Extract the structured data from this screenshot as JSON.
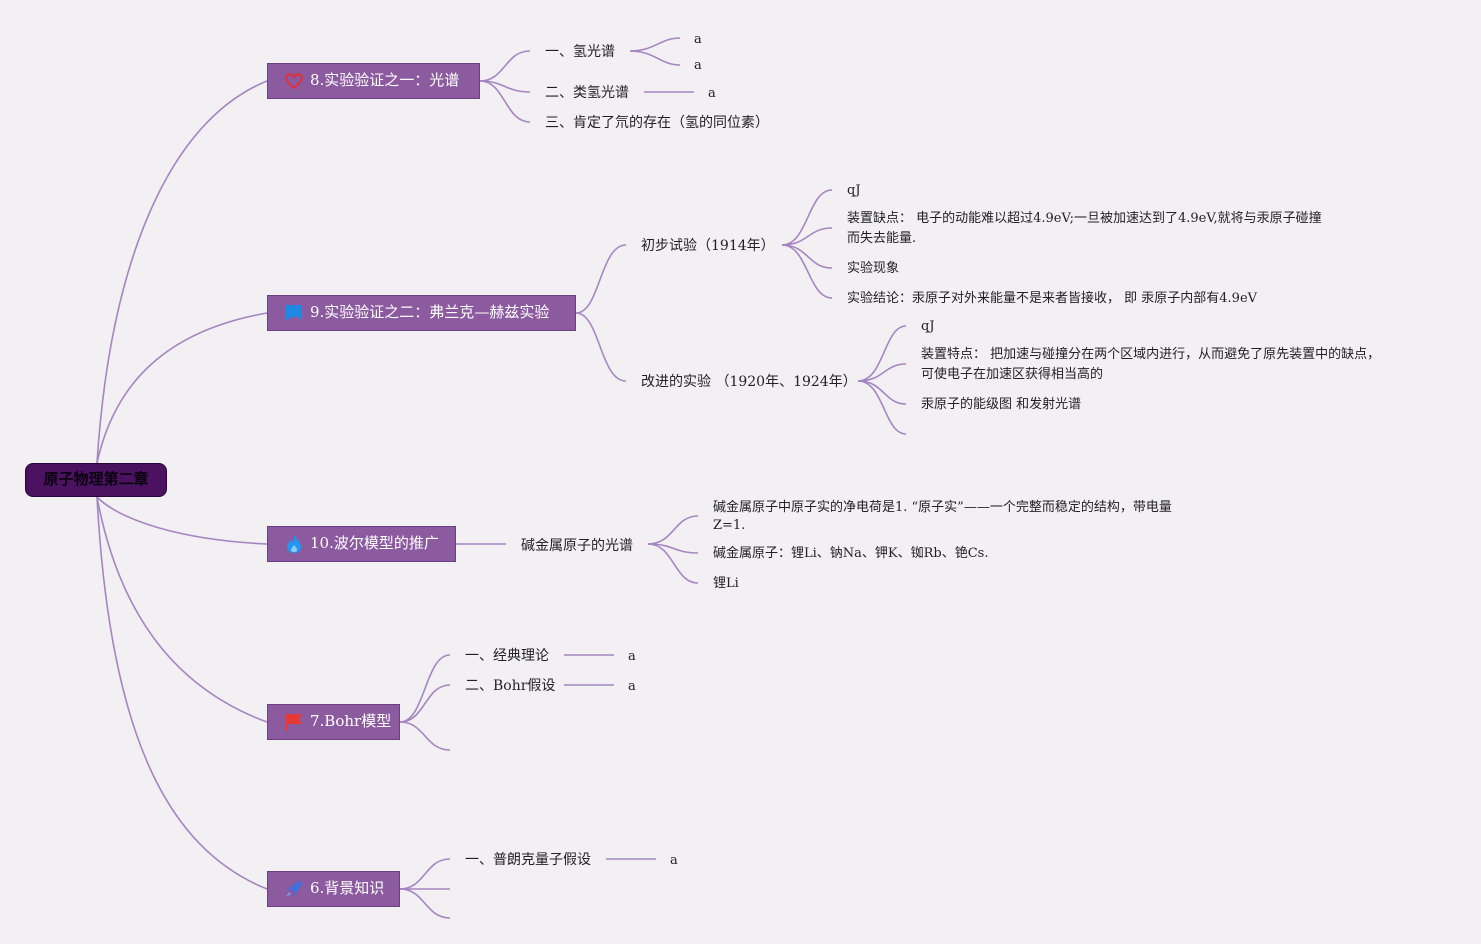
{
  "root": "原子物理第二章",
  "branches": {
    "spectrum": {
      "title": "8.实验验证之一：光谱",
      "icon": "heart-icon",
      "items": [
        "一、氢光谱",
        "二、类氢光谱",
        "三、肯定了氘的存在（氢的同位素）"
      ],
      "leaves": [
        "a",
        "a",
        "a"
      ]
    },
    "franck": {
      "title": "9.实验验证之二：弗兰克—赫兹实验",
      "icon": "flag-blue-icon",
      "initial": {
        "label": "初步试验（1914年）",
        "items": [
          "qJ",
          "装置缺点： 电子的动能难以超过4.9eV;一旦被加速达到了4.9eV,就将与汞原子碰撞",
          "而失去能量.",
          "实验现象",
          "实验结论：汞原子对外来能量不是来者皆接收， 即 汞原子内部有4.9eV"
        ]
      },
      "improved": {
        "label": "改进的实验 （1920年、1924年）",
        "items": [
          "qJ",
          "装置特点： 把加速与碰撞分在两个区域内进行，从而避免了原先装置中的缺点，",
          "可使电子在加速区获得相当高的",
          "汞原子的能级图 和发射光谱"
        ]
      }
    },
    "bohr_ext": {
      "title": "10.波尔模型的推广",
      "icon": "flame-icon",
      "sub": "碱金属原子的光谱",
      "items": [
        "碱金属原子中原子实的净电荷是1. “原子实”——一个完整而稳定的结构，带电量",
        "Z=1.",
        "碱金属原子：锂Li、钠Na、钾K、铷Rb、铯Cs.",
        "锂Li"
      ]
    },
    "bohr": {
      "title": "7.Bohr模型",
      "icon": "flag-red-icon",
      "items": [
        "一、经典理论",
        "二、Bohr假设"
      ],
      "leaves": [
        "a",
        "a"
      ]
    },
    "background": {
      "title": "6.背景知识",
      "icon": "rocket-icon",
      "items": [
        "一、普朗克量子假设"
      ],
      "leaves": [
        "a"
      ]
    }
  },
  "colors": {
    "line": "#a585c2",
    "topic_fill": "#8c5a9f",
    "root_fill": "#4a1260",
    "background": "#f2f0f3"
  }
}
